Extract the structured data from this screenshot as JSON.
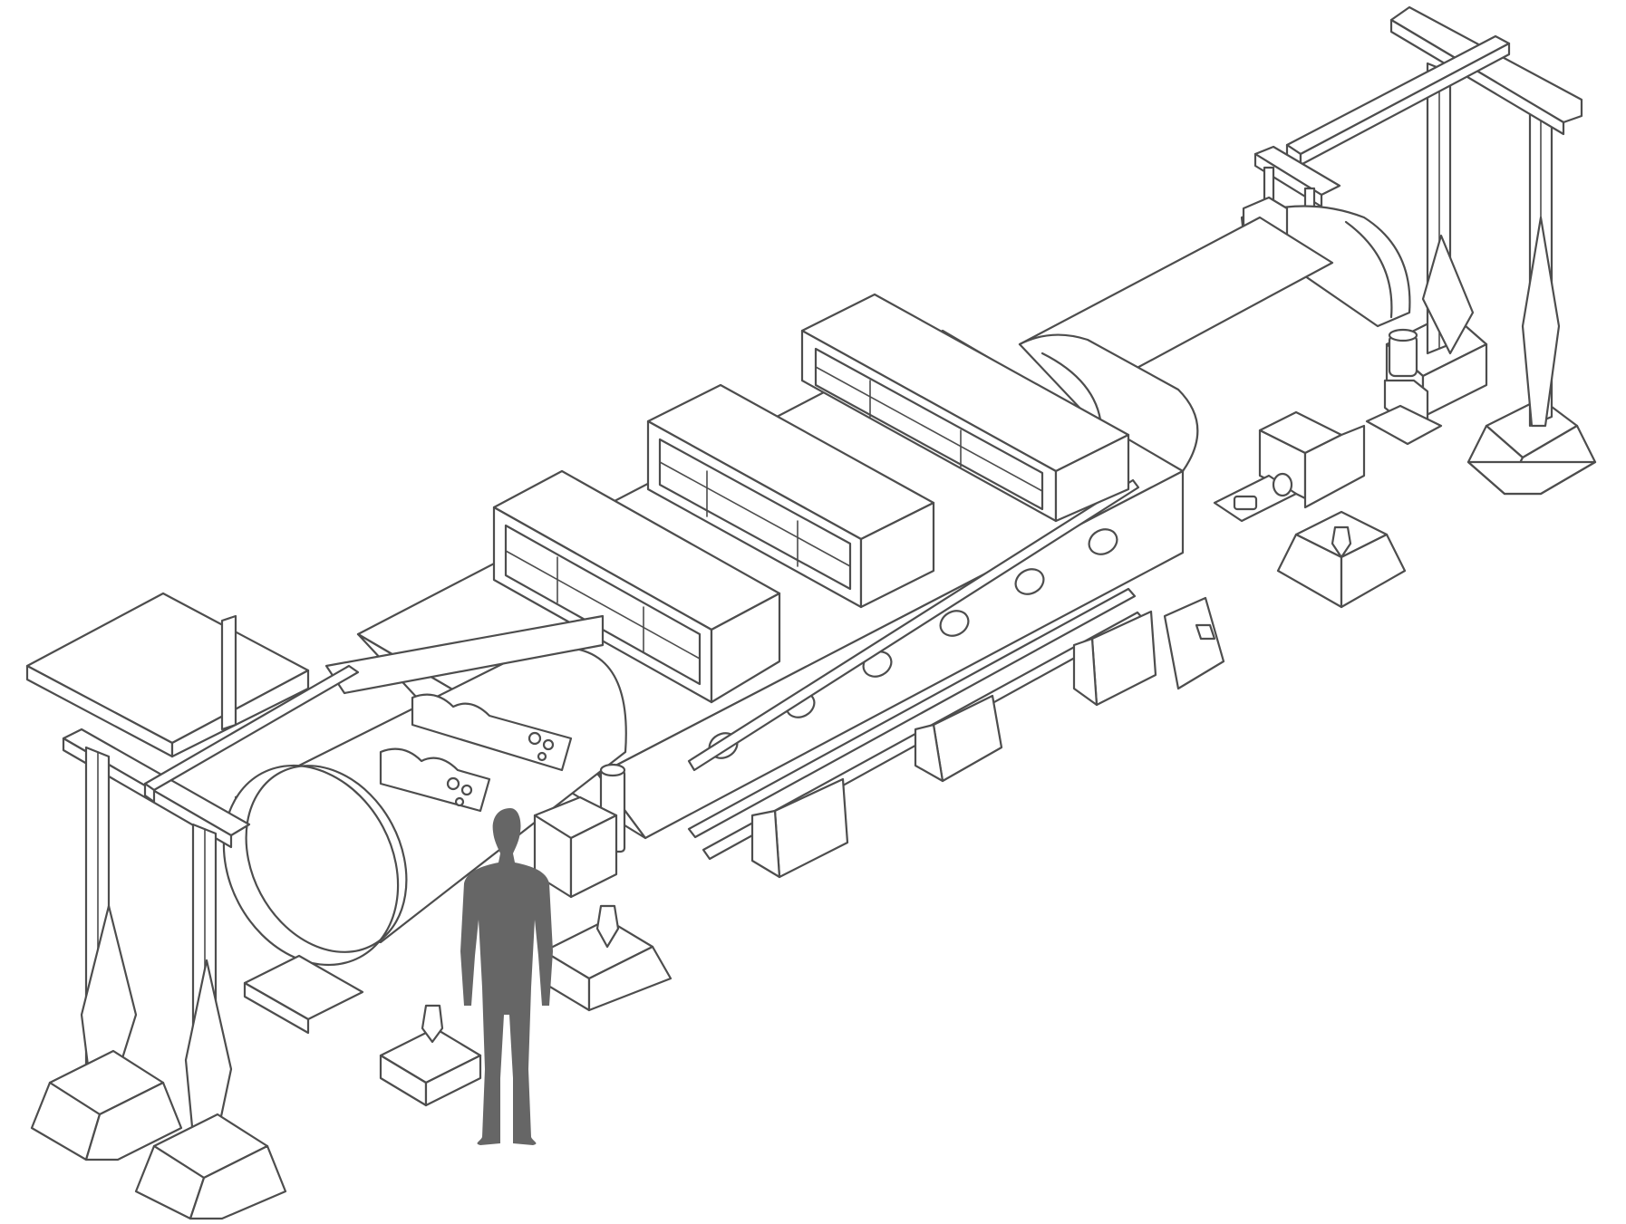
{
  "colors": {
    "background": "#ffffff",
    "line": "#4d4d4d",
    "silhouette": "#666666"
  },
  "objects": [
    "rear-gantry",
    "rear-end-vessel",
    "rear-pipe-assembly",
    "rear-valve-box",
    "main-chassis-platform",
    "cabinet-frame-rear",
    "cabinet-frame-middle",
    "cabinet-frame-front",
    "front-end-vessel",
    "front-gantry",
    "human-figure-scale-reference"
  ]
}
